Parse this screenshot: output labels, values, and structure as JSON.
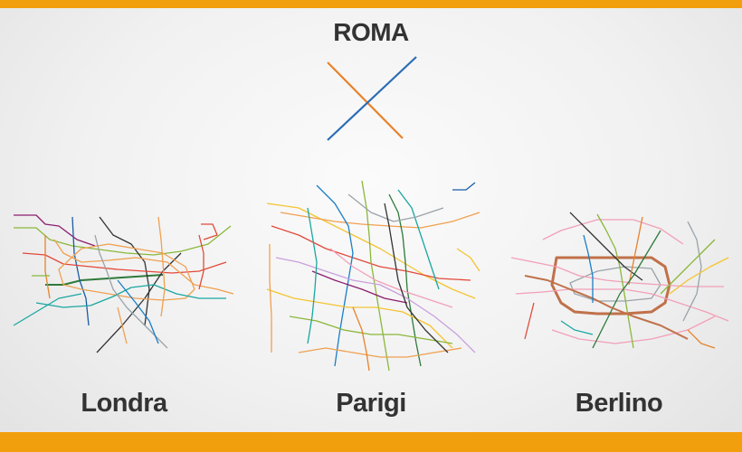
{
  "page": {
    "accent_color": "#f29f0d",
    "text_color": "#333333",
    "background": "#f1f1f1"
  },
  "cities": {
    "roma": {
      "name": "ROMA",
      "line_colors": [
        "#e8822a",
        "#2b6db5"
      ]
    },
    "londra": {
      "name": "Londra"
    },
    "parigi": {
      "name": "Parigi"
    },
    "berlino": {
      "name": "Berlino"
    }
  }
}
